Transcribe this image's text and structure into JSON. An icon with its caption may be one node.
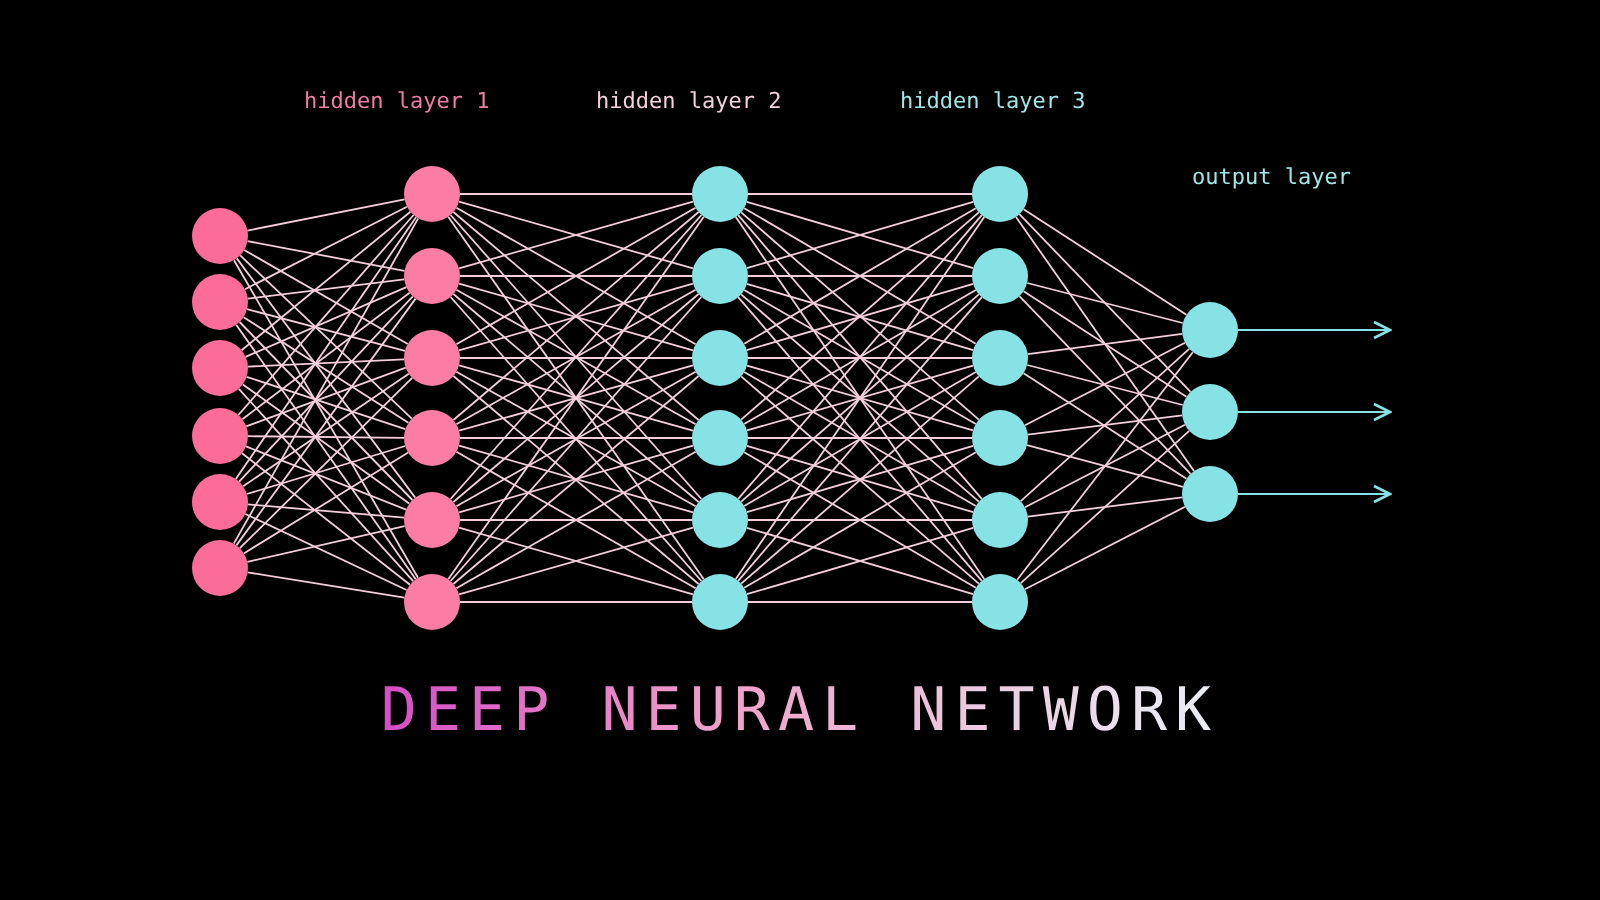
{
  "diagram": {
    "title": "DEEP NEURAL NETWORK",
    "nodes": [
      {
        "text": [],
        "shape": "circle"
      },
      {
        "text": [],
        "shape": "circle"
      },
      {
        "text": [],
        "shape": "circle"
      },
      {
        "text": [],
        "shape": "circle"
      },
      {
        "text": [],
        "shape": "circle"
      },
      {
        "text": [],
        "shape": "circle"
      },
      {
        "text": [],
        "shape": "circle"
      },
      {
        "text": [],
        "shape": "circle"
      },
      {
        "text": [],
        "shape": "circle"
      },
      {
        "text": [],
        "shape": "circle"
      },
      {
        "text": [],
        "shape": "circle"
      },
      {
        "text": [],
        "shape": "circle"
      },
      {
        "text": [],
        "shape": "circle"
      },
      {
        "text": [],
        "shape": "circle"
      },
      {
        "text": [],
        "shape": "circle"
      },
      {
        "text": [],
        "shape": "circle"
      },
      {
        "text": [],
        "shape": "circle"
      },
      {
        "text": [],
        "shape": "circle"
      },
      {
        "text": [],
        "shape": "circle"
      },
      {
        "text": [],
        "shape": "circle"
      },
      {
        "text": [],
        "shape": "circle"
      },
      {
        "text": [],
        "shape": "circle"
      },
      {
        "text": [],
        "shape": "circle"
      },
      {
        "text": [],
        "shape": "circle"
      },
      {
        "text": [],
        "shape": "circle"
      },
      {
        "text": [],
        "shape": "circle"
      },
      {
        "text": [],
        "shape": "circle"
      }
    ],
    "edges": [
      {
        "from": 0,
        "to": 6,
        "arrow": "none"
      },
      {
        "from": 0,
        "to": 7,
        "arrow": "none"
      },
      {
        "from": 0,
        "to": 8,
        "arrow": "none"
      },
      {
        "from": 0,
        "to": 9,
        "arrow": "none"
      },
      {
        "from": 0,
        "to": 10,
        "arrow": "none"
      },
      {
        "from": 0,
        "to": 11,
        "arrow": "none"
      },
      {
        "from": 1,
        "to": 6,
        "arrow": "none"
      },
      {
        "from": 1,
        "to": 7,
        "arrow": "none"
      },
      {
        "from": 1,
        "to": 8,
        "arrow": "none"
      },
      {
        "from": 1,
        "to": 9,
        "arrow": "none"
      },
      {
        "from": 1,
        "to": 10,
        "arrow": "none"
      },
      {
        "from": 1,
        "to": 11,
        "arrow": "none"
      },
      {
        "from": 2,
        "to": 6,
        "arrow": "none"
      },
      {
        "from": 2,
        "to": 7,
        "arrow": "none"
      },
      {
        "from": 2,
        "to": 8,
        "arrow": "none"
      },
      {
        "from": 2,
        "to": 9,
        "arrow": "none"
      },
      {
        "from": 2,
        "to": 10,
        "arrow": "none"
      },
      {
        "from": 2,
        "to": 11,
        "arrow": "none"
      },
      {
        "from": 3,
        "to": 6,
        "arrow": "none"
      },
      {
        "from": 3,
        "to": 7,
        "arrow": "none"
      },
      {
        "from": 3,
        "to": 8,
        "arrow": "none"
      },
      {
        "from": 3,
        "to": 9,
        "arrow": "none"
      },
      {
        "from": 3,
        "to": 10,
        "arrow": "none"
      },
      {
        "from": 3,
        "to": 11,
        "arrow": "none"
      },
      {
        "from": 4,
        "to": 6,
        "arrow": "none"
      },
      {
        "from": 4,
        "to": 7,
        "arrow": "none"
      },
      {
        "from": 4,
        "to": 8,
        "arrow": "none"
      },
      {
        "from": 4,
        "to": 9,
        "arrow": "none"
      },
      {
        "from": 4,
        "to": 10,
        "arrow": "none"
      },
      {
        "from": 4,
        "to": 11,
        "arrow": "none"
      },
      {
        "from": 5,
        "to": 6,
        "arrow": "none"
      },
      {
        "from": 5,
        "to": 7,
        "arrow": "none"
      },
      {
        "from": 5,
        "to": 8,
        "arrow": "none"
      },
      {
        "from": 5,
        "to": 9,
        "arrow": "none"
      },
      {
        "from": 5,
        "to": 10,
        "arrow": "none"
      },
      {
        "from": 5,
        "to": 11,
        "arrow": "none"
      },
      {
        "from": 6,
        "to": 12,
        "arrow": "none"
      },
      {
        "from": 6,
        "to": 13,
        "arrow": "none"
      },
      {
        "from": 6,
        "to": 14,
        "arrow": "none"
      },
      {
        "from": 6,
        "to": 15,
        "arrow": "none"
      },
      {
        "from": 6,
        "to": 16,
        "arrow": "none"
      },
      {
        "from": 6,
        "to": 17,
        "arrow": "none"
      },
      {
        "from": 7,
        "to": 12,
        "arrow": "none"
      },
      {
        "from": 7,
        "to": 13,
        "arrow": "none"
      },
      {
        "from": 7,
        "to": 14,
        "arrow": "none"
      },
      {
        "from": 7,
        "to": 15,
        "arrow": "none"
      },
      {
        "from": 7,
        "to": 16,
        "arrow": "none"
      },
      {
        "from": 7,
        "to": 17,
        "arrow": "none"
      },
      {
        "from": 8,
        "to": 12,
        "arrow": "none"
      },
      {
        "from": 8,
        "to": 13,
        "arrow": "none"
      },
      {
        "from": 8,
        "to": 14,
        "arrow": "none"
      },
      {
        "from": 8,
        "to": 15,
        "arrow": "none"
      },
      {
        "from": 8,
        "to": 16,
        "arrow": "none"
      },
      {
        "from": 8,
        "to": 17,
        "arrow": "none"
      },
      {
        "from": 9,
        "to": 12,
        "arrow": "none"
      },
      {
        "from": 9,
        "to": 13,
        "arrow": "none"
      },
      {
        "from": 9,
        "to": 14,
        "arrow": "none"
      },
      {
        "from": 9,
        "to": 15,
        "arrow": "none"
      },
      {
        "from": 9,
        "to": 16,
        "arrow": "none"
      },
      {
        "from": 9,
        "to": 17,
        "arrow": "none"
      },
      {
        "from": 10,
        "to": 12,
        "arrow": "none"
      },
      {
        "from": 10,
        "to": 13,
        "arrow": "none"
      },
      {
        "from": 10,
        "to": 14,
        "arrow": "none"
      },
      {
        "from": 10,
        "to": 15,
        "arrow": "none"
      },
      {
        "from": 10,
        "to": 16,
        "arrow": "none"
      },
      {
        "from": 10,
        "to": 17,
        "arrow": "none"
      },
      {
        "from": 11,
        "to": 12,
        "arrow": "none"
      },
      {
        "from": 11,
        "to": 13,
        "arrow": "none"
      },
      {
        "from": 11,
        "to": 14,
        "arrow": "none"
      },
      {
        "from": 11,
        "to": 15,
        "arrow": "none"
      },
      {
        "from": 11,
        "to": 16,
        "arrow": "none"
      },
      {
        "from": 11,
        "to": 17,
        "arrow": "none"
      },
      {
        "from": 12,
        "to": 18,
        "arrow": "none"
      },
      {
        "from": 12,
        "to": 19,
        "arrow": "none"
      },
      {
        "from": 12,
        "to": 20,
        "arrow": "none"
      },
      {
        "from": 12,
        "to": 21,
        "arrow": "none"
      },
      {
        "from": 12,
        "to": 22,
        "arrow": "none"
      },
      {
        "from": 12,
        "to": 23,
        "arrow": "none"
      },
      {
        "from": 13,
        "to": 18,
        "arrow": "none"
      },
      {
        "from": 13,
        "to": 19,
        "arrow": "none"
      },
      {
        "from": 13,
        "to": 20,
        "arrow": "none"
      },
      {
        "from": 13,
        "to": 21,
        "arrow": "none"
      },
      {
        "from": 13,
        "to": 22,
        "arrow": "none"
      },
      {
        "from": 13,
        "to": 23,
        "arrow": "none"
      },
      {
        "from": 14,
        "to": 18,
        "arrow": "none"
      },
      {
        "from": 14,
        "to": 19,
        "arrow": "none"
      },
      {
        "from": 14,
        "to": 20,
        "arrow": "none"
      },
      {
        "from": 14,
        "to": 21,
        "arrow": "none"
      },
      {
        "from": 14,
        "to": 22,
        "arrow": "none"
      },
      {
        "from": 14,
        "to": 23,
        "arrow": "none"
      },
      {
        "from": 15,
        "to": 18,
        "arrow": "none"
      },
      {
        "from": 15,
        "to": 19,
        "arrow": "none"
      },
      {
        "from": 15,
        "to": 20,
        "arrow": "none"
      },
      {
        "from": 15,
        "to": 21,
        "arrow": "none"
      },
      {
        "from": 15,
        "to": 22,
        "arrow": "none"
      },
      {
        "from": 15,
        "to": 23,
        "arrow": "none"
      },
      {
        "from": 16,
        "to": 18,
        "arrow": "none"
      },
      {
        "from": 16,
        "to": 19,
        "arrow": "none"
      },
      {
        "from": 16,
        "to": 20,
        "arrow": "none"
      },
      {
        "from": 16,
        "to": 21,
        "arrow": "none"
      },
      {
        "from": 16,
        "to": 22,
        "arrow": "none"
      },
      {
        "from": 16,
        "to": 23,
        "arrow": "none"
      },
      {
        "from": 17,
        "to": 18,
        "arrow": "none"
      },
      {
        "from": 17,
        "to": 19,
        "arrow": "none"
      },
      {
        "from": 17,
        "to": 20,
        "arrow": "none"
      },
      {
        "from": 17,
        "to": 21,
        "arrow": "none"
      },
      {
        "from": 17,
        "to": 22,
        "arrow": "none"
      },
      {
        "from": 17,
        "to": 23,
        "arrow": "none"
      },
      {
        "from": 18,
        "to": 24,
        "arrow": "none"
      },
      {
        "from": 18,
        "to": 25,
        "arrow": "none"
      },
      {
        "from": 18,
        "to": 26,
        "arrow": "none"
      },
      {
        "from": 19,
        "to": 24,
        "arrow": "none"
      },
      {
        "from": 19,
        "to": 25,
        "arrow": "none"
      },
      {
        "from": 19,
        "to": 26,
        "arrow": "none"
      },
      {
        "from": 20,
        "to": 24,
        "arrow": "none"
      },
      {
        "from": 20,
        "to": 25,
        "arrow": "none"
      },
      {
        "from": 20,
        "to": 26,
        "arrow": "none"
      },
      {
        "from": 21,
        "to": 24,
        "arrow": "none"
      },
      {
        "from": 21,
        "to": 25,
        "arrow": "none"
      },
      {
        "from": 21,
        "to": 26,
        "arrow": "none"
      },
      {
        "from": 22,
        "to": 24,
        "arrow": "none"
      },
      {
        "from": 22,
        "to": 25,
        "arrow": "none"
      },
      {
        "from": 22,
        "to": 26,
        "arrow": "none"
      },
      {
        "from": 23,
        "to": 24,
        "arrow": "none"
      },
      {
        "from": 23,
        "to": 25,
        "arrow": "none"
      },
      {
        "from": 23,
        "to": 26,
        "arrow": "none"
      },
      {
        "from": 24,
        "to": null,
        "arrow": "to",
        "color": "#86e2e4"
      },
      {
        "from": 25,
        "to": null,
        "arrow": "to",
        "color": "#86e2e4"
      },
      {
        "from": 26,
        "to": null,
        "arrow": "to",
        "color": "#86e2e4"
      }
    ],
    "labels": [
      "hidden layer 1",
      "hidden layer 2",
      "hidden layer 3",
      "output layer"
    ]
  }
}
